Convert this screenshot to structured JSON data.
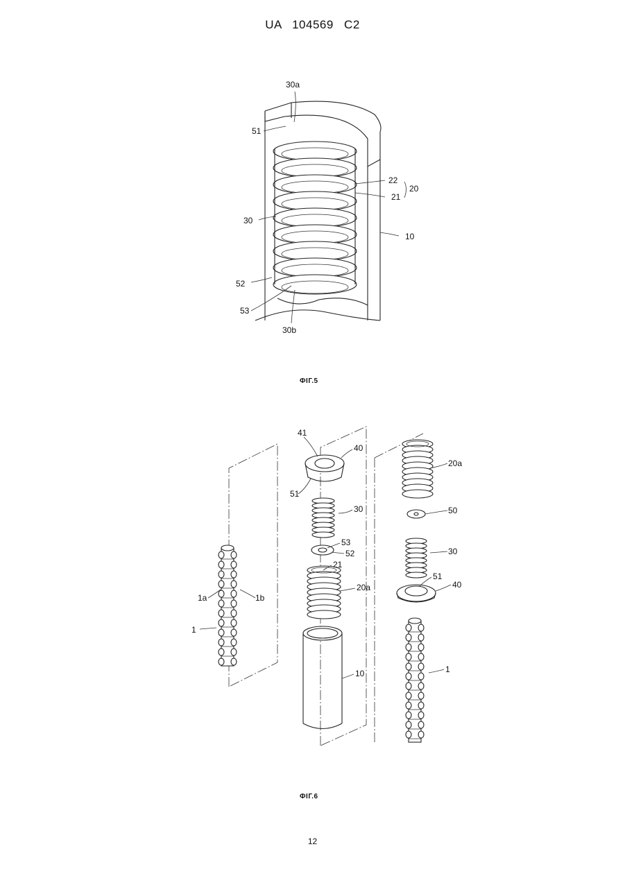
{
  "header": {
    "patent_id": "UA   104569   C2"
  },
  "figure5": {
    "caption": "ФІГ.5",
    "labels": {
      "l30a": "30a",
      "l51": "51",
      "l22": "22",
      "l21": "21",
      "l20": "20",
      "l30": "30",
      "l10": "10",
      "l52": "52",
      "l53": "53",
      "l30b": "30b"
    }
  },
  "figure6": {
    "caption": "ФІГ.6",
    "labels": {
      "l41": "41",
      "l40": "40",
      "l51": "51",
      "l30": "30",
      "l53": "53",
      "l52": "52",
      "l21": "21",
      "l20a": "20a",
      "l10": "10",
      "l1a": "1a",
      "l1b": "1b",
      "l1": "1",
      "r20a": "20a",
      "r50": "50",
      "r30": "30",
      "r51": "51",
      "r40": "40",
      "r1": "1"
    }
  },
  "footer": {
    "page_number": "12"
  }
}
